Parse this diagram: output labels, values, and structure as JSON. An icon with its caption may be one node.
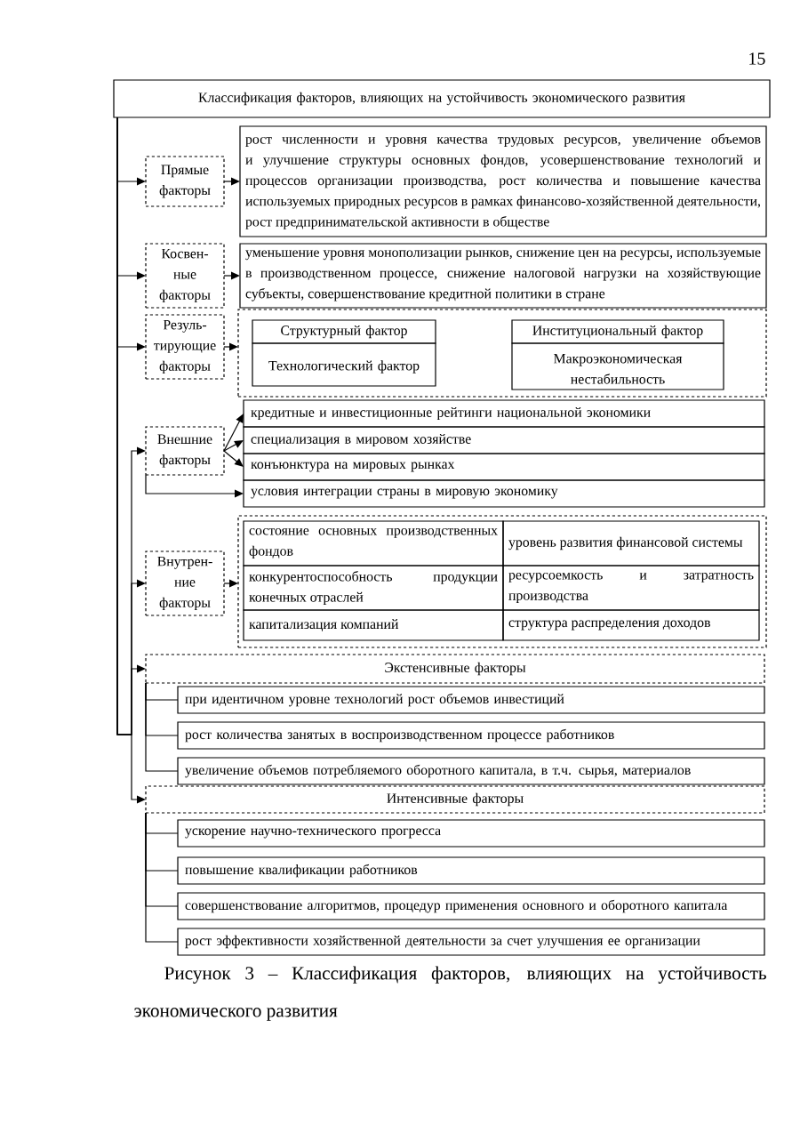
{
  "diagram": {
    "caption": "Рисунок 3 – Классификация факторов, влияющих на устойчивость экономического развития",
    "nodes": [
      {
        "text": [
          "Классификация факторов, влияющих на устойчивость экономического развития"
        ]
      },
      {
        "text": [
          "Прямые факторы"
        ]
      },
      {
        "text": [
          "рост численности и уровня качества трудовых ресурсов, увеличение объемов и улучшение структуры основных фондов, усовершенствование технологий и процессов организации производства, рост количества и повышение качества используемых природных ресурсов в рамках финансово-хозяйственной деятельности, рост предпринимательской активности в обществе"
        ]
      },
      {
        "text": [
          "Косвен- ные факторы"
        ]
      },
      {
        "text": [
          "уменьшение уровня монополизации рынков, снижение цен на ресурсы, используемые в производственном процессе, снижение налоговой нагрузки на хозяйствующие субъекты, совершенствование кредитной политики в стране"
        ]
      },
      {
        "text": [
          "Резуль- тирующие факторы"
        ]
      },
      {
        "text": [],
        "shape": "box"
      },
      {
        "text": [
          "Структурный фактор"
        ],
        "in": 6
      },
      {
        "text": [
          "Технологический фактор"
        ],
        "in": 6
      },
      {
        "text": [
          "Институциональный фактор"
        ],
        "in": 6
      },
      {
        "text": [
          "Макроэкономическая нестабильность"
        ],
        "in": 6
      },
      {
        "text": [
          "Внешние факторы"
        ]
      },
      {
        "text": [
          "кредитные и инвестиционные рейтинги национальной экономики"
        ]
      },
      {
        "text": [
          "специализация в мировом хозяйстве"
        ]
      },
      {
        "text": [
          "конъюнктура на мировых рынках"
        ]
      },
      {
        "text": [
          "условия интеграции страны в мировую экономику"
        ]
      },
      {
        "text": [
          "Внутрен- ние факторы"
        ]
      },
      {
        "text": [],
        "shape": "box"
      },
      {
        "text": [
          "состояние основных производственных фондов"
        ],
        "in": 17
      },
      {
        "text": [
          "уровень развития финансовой системы"
        ],
        "in": 17
      },
      {
        "text": [
          "конкурентоспособность продукции конечных отраслей"
        ],
        "in": 17
      },
      {
        "text": [
          "ресурсоемкость и затратность производства"
        ],
        "in": 17
      },
      {
        "text": [
          "капитализация компаний"
        ],
        "in": 17
      },
      {
        "text": [
          "структура распределения доходов"
        ],
        "in": 17
      },
      {
        "text": [
          "Экстенсивные факторы"
        ]
      },
      {
        "text": [
          "при идентичном уровне технологий рост объемов инвестиций"
        ]
      },
      {
        "text": [
          "рост количества занятых в воспроизводственном процессе работников"
        ]
      },
      {
        "text": [
          "увеличение объемов потребляемого оборотного капитала, в т.ч. сырья, материалов"
        ]
      },
      {
        "text": [
          "Интенсивные факторы"
        ]
      },
      {
        "text": [
          "ускорение научно-технического прогресса"
        ]
      },
      {
        "text": [
          "повышение квалификации работников"
        ]
      },
      {
        "text": [
          "совершенствование алгоритмов, процедур применения основного и оборотного капитала"
        ]
      },
      {
        "text": [
          "рост эффективности хозяйственной деятельности за счет улучшения ее организации"
        ]
      }
    ],
    "edges": [
      {
        "from": 0,
        "to": 1,
        "arrow": "to"
      },
      {
        "from": 0,
        "to": 3,
        "arrow": "to"
      },
      {
        "from": 0,
        "to": 5,
        "arrow": "to"
      },
      {
        "from": 0,
        "to": 11,
        "arrow": "to"
      },
      {
        "from": 0,
        "to": 16,
        "arrow": "to"
      },
      {
        "from": 0,
        "to": 24,
        "arrow": "to"
      },
      {
        "from": 0,
        "to": 28,
        "arrow": "to"
      },
      {
        "from": 1,
        "to": 2,
        "arrow": "to"
      },
      {
        "from": 3,
        "to": 4,
        "arrow": "to"
      },
      {
        "from": 5,
        "to": 6,
        "arrow": "to"
      },
      {
        "from": 11,
        "to": 12,
        "arrow": "to"
      },
      {
        "from": 11,
        "to": 13,
        "arrow": "to"
      },
      {
        "from": 11,
        "to": 14,
        "arrow": "to"
      },
      {
        "from": 11,
        "to": 15,
        "arrow": "to"
      },
      {
        "from": 16,
        "to": 17,
        "arrow": "to"
      },
      {
        "from": 24,
        "to": 25,
        "arrow": "none"
      },
      {
        "from": 24,
        "to": 26,
        "arrow": "none"
      },
      {
        "from": 24,
        "to": 27,
        "arrow": "none"
      },
      {
        "from": 28,
        "to": 29,
        "arrow": "none"
      },
      {
        "from": 28,
        "to": 30,
        "arrow": "none"
      },
      {
        "from": 28,
        "to": 31,
        "arrow": "none"
      },
      {
        "from": 28,
        "to": 32,
        "arrow": "none"
      }
    ],
    "labels": [
      "15"
    ]
  }
}
